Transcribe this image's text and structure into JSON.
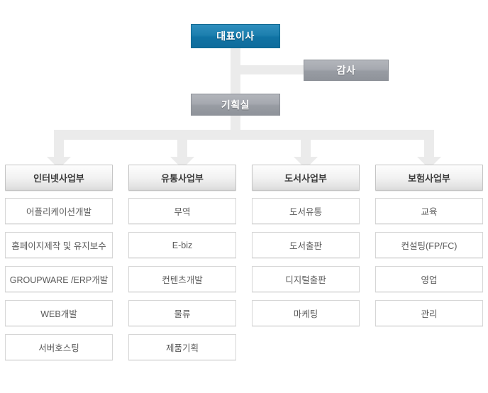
{
  "org_chart": {
    "type": "organization-chart",
    "top": {
      "ceo": {
        "label": "대표이사",
        "color": "#1073a4"
      },
      "auditor": {
        "label": "감사",
        "color": "#989ca3"
      },
      "planning": {
        "label": "기획실",
        "color": "#989ca3"
      }
    },
    "connector_color": "#ebebeb",
    "divisions": [
      {
        "header": "인터넷사업부",
        "items": [
          "어플리케이션개발",
          "홈페이지제작 및 유지보수",
          "GROUPWARE /ERP개발",
          "WEB개발",
          "서버호스팅"
        ]
      },
      {
        "header": "유통사업부",
        "items": [
          "무역",
          "E-biz",
          "컨텐츠개발",
          "물류",
          "제품기획"
        ]
      },
      {
        "header": "도서사업부",
        "items": [
          "도서유통",
          "도서출판",
          "디지털출판",
          "마케팅"
        ]
      },
      {
        "header": "보험사업부",
        "items": [
          "교육",
          "컨설팅(FP/FC)",
          "영업",
          "관리"
        ]
      }
    ]
  }
}
